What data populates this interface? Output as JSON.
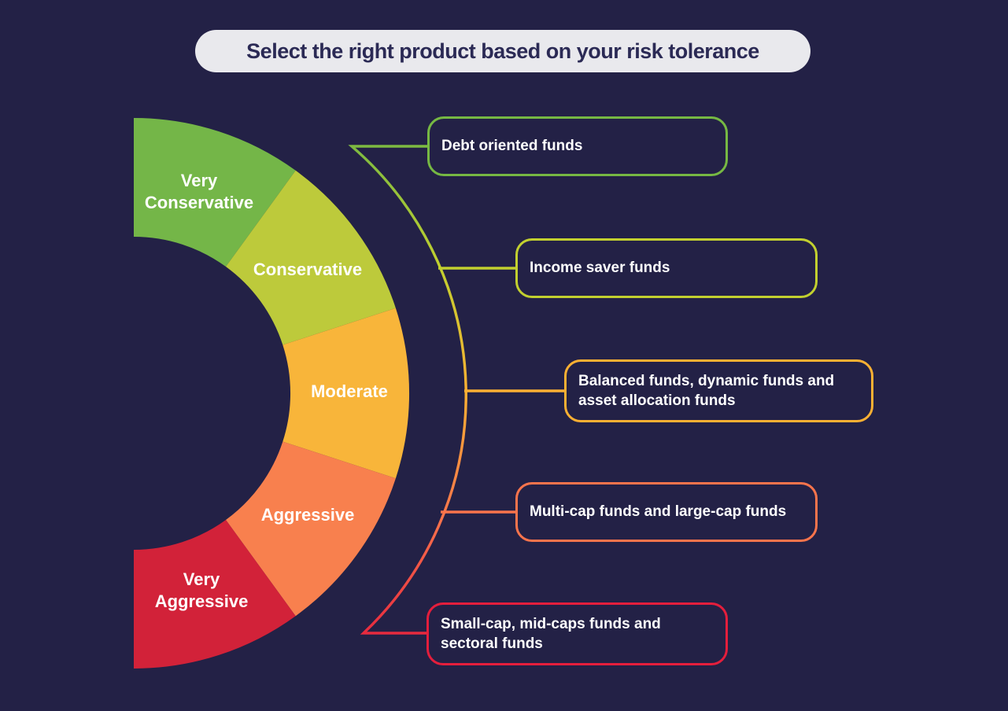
{
  "title": "Select the right product based on your risk tolerance",
  "colors": {
    "background": "#232146",
    "title_bg": "#e9e9ed",
    "title_text": "#2b2a55",
    "label_text": "#ffffff"
  },
  "gauge": {
    "segments": [
      {
        "label": "Very Conservative",
        "color": "#74b648"
      },
      {
        "label": "Conservative",
        "color": "#bdca3b"
      },
      {
        "label": "Moderate",
        "color": "#f8b53a"
      },
      {
        "label": "Aggressive",
        "color": "#f8804e"
      },
      {
        "label": "Very Aggressive",
        "color": "#d22239"
      }
    ]
  },
  "recommendations": [
    {
      "label": "Debt oriented funds",
      "color": "#76b843"
    },
    {
      "label": "Income saver funds",
      "color": "#c2d02f"
    },
    {
      "label": "Balanced funds, dynamic funds and asset allocation funds",
      "color": "#fbb033"
    },
    {
      "label": "Multi-cap funds and large-cap funds",
      "color": "#f9744c"
    },
    {
      "label": "Small-cap, mid-caps funds and sectoral funds",
      "color": "#e41e3c"
    }
  ],
  "chart_data": {
    "type": "pie",
    "variant": "semicircle-gauge",
    "categories": [
      "Very Conservative",
      "Conservative",
      "Moderate",
      "Aggressive",
      "Very Aggressive"
    ],
    "values": [
      20,
      20,
      20,
      20,
      20
    ],
    "colors": [
      "#74b648",
      "#bdca3b",
      "#f8b53a",
      "#f8804e",
      "#d22239"
    ],
    "title": "Select the right product based on your risk tolerance",
    "legend_position": "none"
  }
}
